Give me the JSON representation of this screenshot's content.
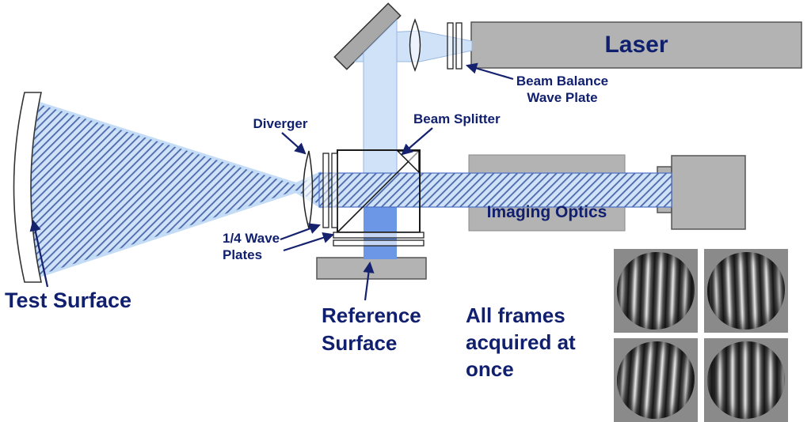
{
  "diagram": {
    "labels": {
      "laser": "Laser",
      "beam_balance": [
        "Beam Balance",
        "Wave Plate"
      ],
      "diverger": "Diverger",
      "beam_splitter": "Beam Splitter",
      "quarter_wave": [
        "1/4 Wave",
        "Plates"
      ],
      "test_surface": "Test Surface",
      "reference_surface": [
        "Reference",
        "Surface"
      ],
      "imaging_optics": "Imaging Optics",
      "caption": [
        "All frames",
        "acquired at",
        "once"
      ]
    },
    "colors": {
      "label_text": "#101f6e",
      "beam_light": "#cfe2f7",
      "beam_reference": "#6b97e6",
      "hatch_lines": "#35539e",
      "hardware_gray": "#b3b3b3"
    },
    "components": [
      "fold-mirror",
      "laser",
      "beam-balance-wave-plates",
      "collimating-lens",
      "beam-splitter-cube",
      "diverger-lens",
      "quarter-wave-plates",
      "test-surface",
      "reference-surface",
      "imaging-optics",
      "camera"
    ],
    "interferograms": {
      "count": 4,
      "pattern": "circular vertical-fringe interferogram"
    }
  }
}
